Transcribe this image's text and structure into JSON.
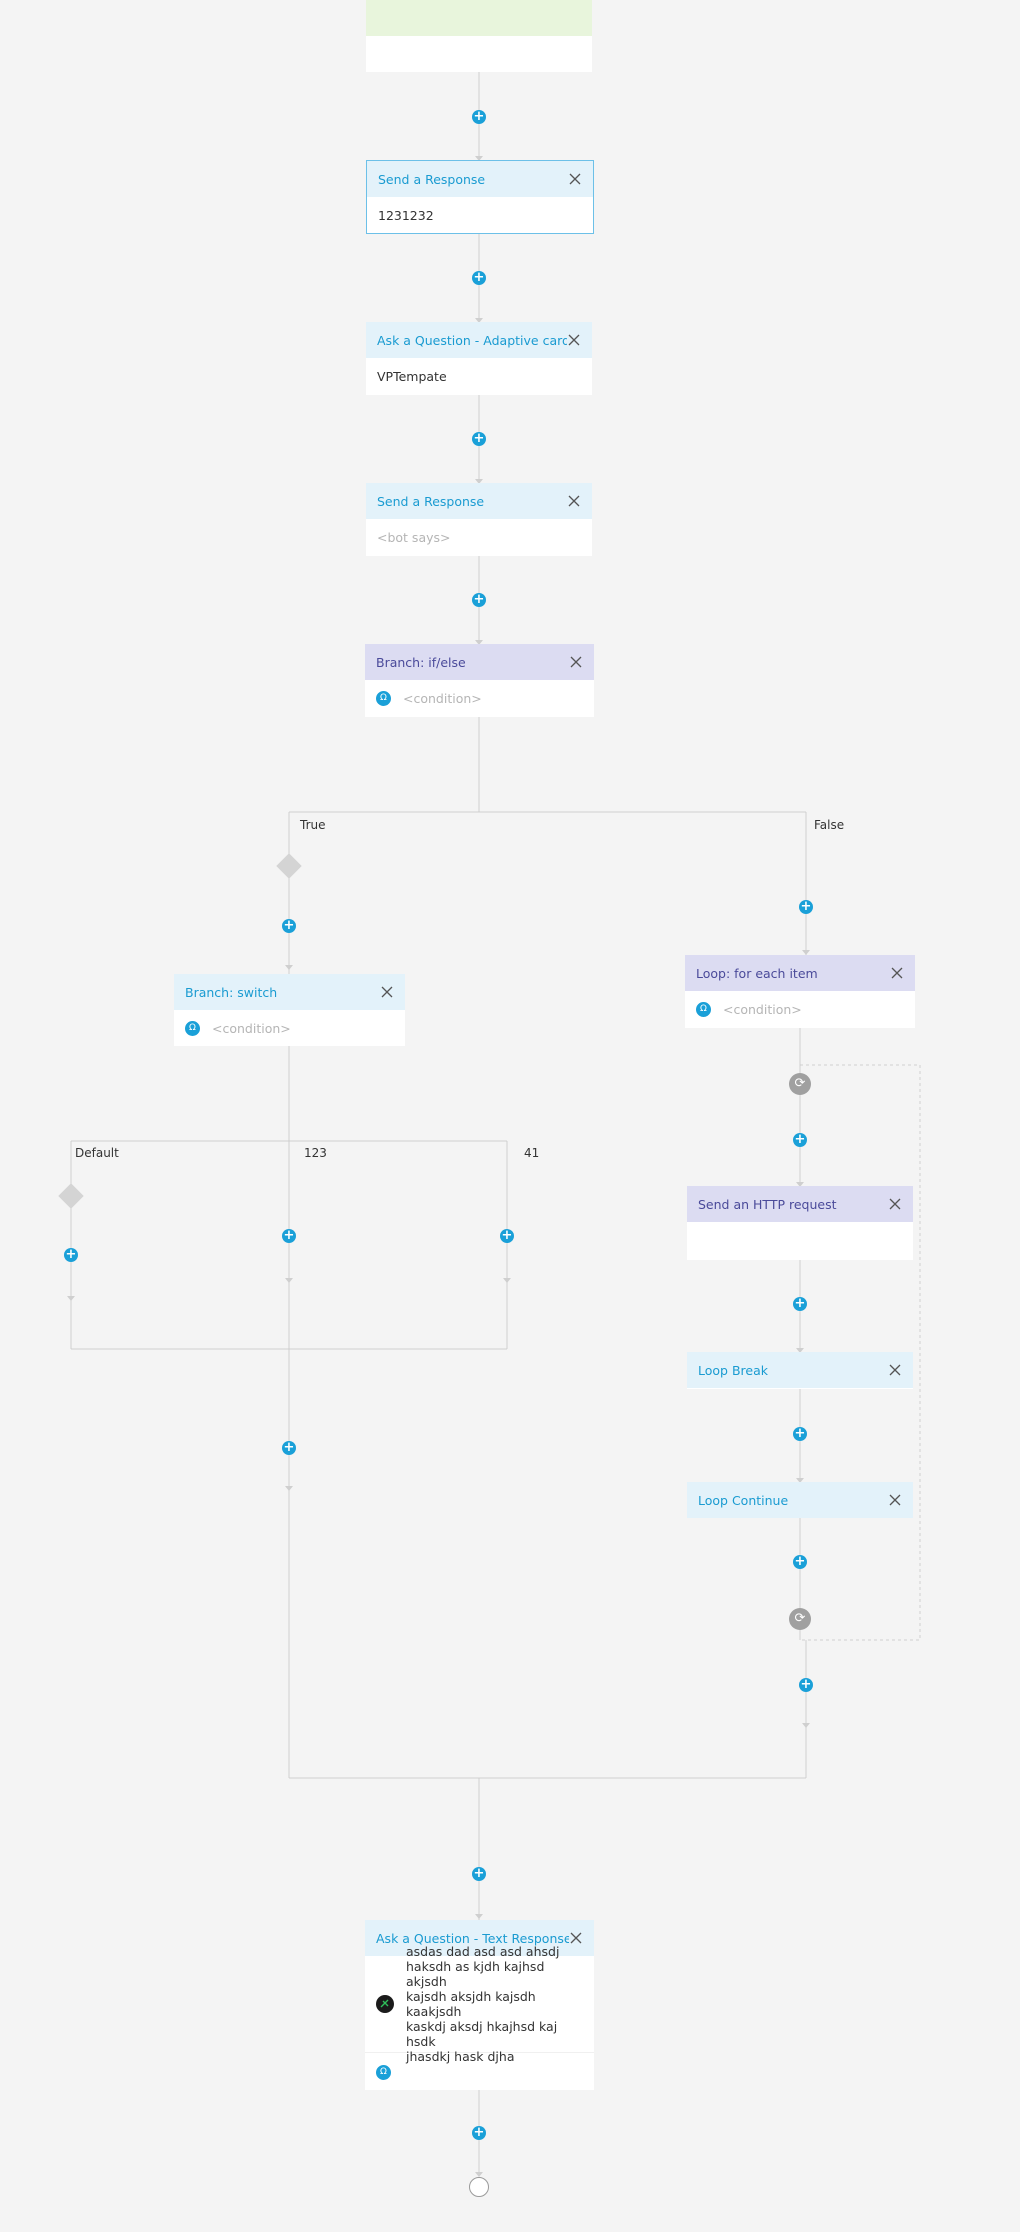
{
  "nodes": {
    "top_partial": {},
    "send_response_1": {
      "title": "Send a Response",
      "value": "1231232"
    },
    "ask_adaptive": {
      "title": "Ask a Question - Adaptive card",
      "value": "VPTempate"
    },
    "send_response_2": {
      "title": "Send a Response",
      "placeholder": "<bot says>"
    },
    "branch_ifelse": {
      "title": "Branch: if/else",
      "placeholder": "<condition>"
    },
    "branch_switch": {
      "title": "Branch: switch",
      "placeholder": "<condition>"
    },
    "loop_foreach": {
      "title": "Loop: for each item",
      "placeholder": "<condition>"
    },
    "http_request": {
      "title": "Send an HTTP request"
    },
    "loop_break": {
      "title": "Loop Break"
    },
    "loop_continue": {
      "title": "Loop Continue"
    },
    "ask_text": {
      "title": "Ask a Question - Text Response",
      "lines": [
        "asdas dad asd  asd ahsdj",
        "haksdh as kjdh kajhsd akjsdh",
        "kajsdh aksjdh kajsdh kaakjsdh",
        "kaskdj aksdj hkajhsd kaj hsdk",
        "jhasdkj hask djha"
      ]
    }
  },
  "labels": {
    "true": "True",
    "false": "False",
    "default": "Default",
    "case_123": "123",
    "case_41": "41"
  },
  "icons": {
    "add": "+",
    "close": "close-icon",
    "condition": "Ω",
    "loop": "⟳"
  },
  "colors": {
    "accent": "#1aa0d8",
    "head_blue": "#e3f2fa",
    "head_purple": "#dcdcf2",
    "top_green": "#e8f5dc"
  }
}
